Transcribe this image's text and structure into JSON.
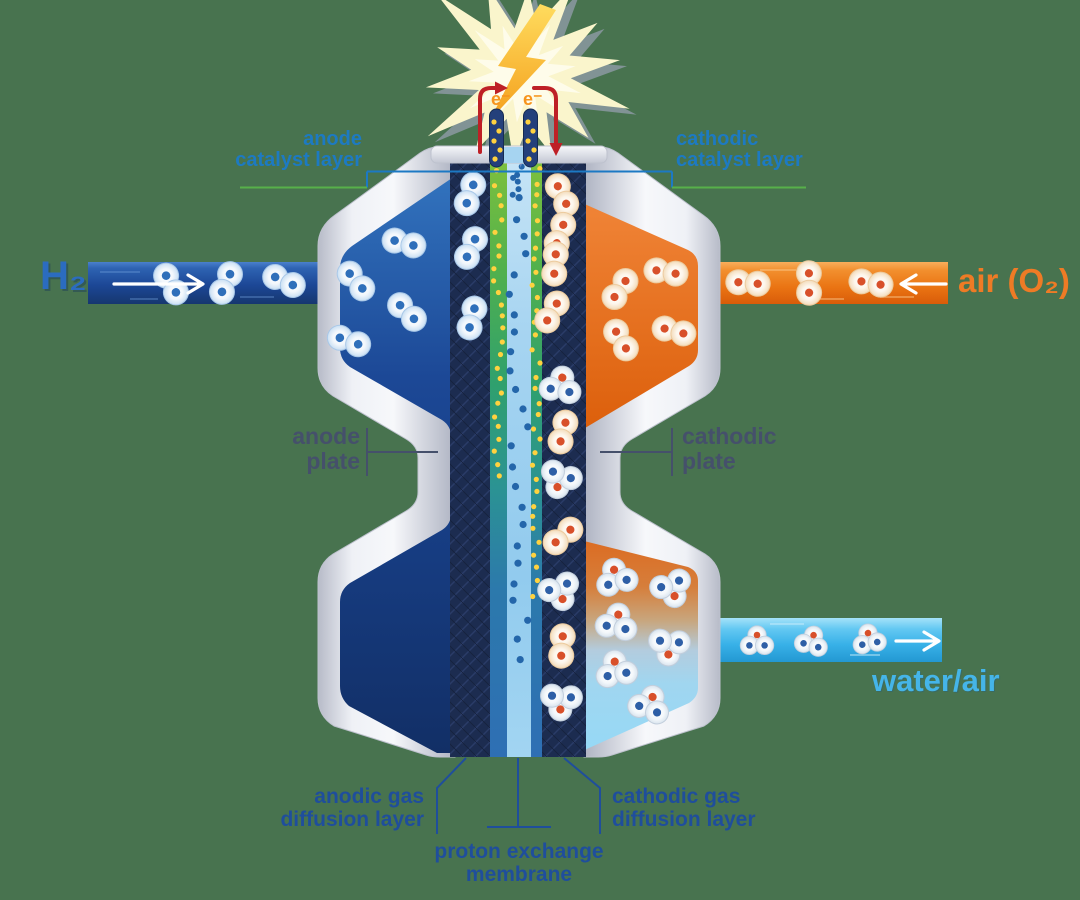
{
  "background_color": "#48734F",
  "labels": {
    "hydrogen_input": "H₂",
    "air_input": "air (O₂)",
    "water_output": "water/air",
    "anode_catalyst_layer": [
      "anode",
      "catalyst layer"
    ],
    "cathodic_catalyst_layer": [
      "cathodic",
      "catalyst layer"
    ],
    "anode_plate": [
      "anode",
      "plate"
    ],
    "cathodic_plate": [
      "cathodic",
      "plate"
    ],
    "anodic_gas_diffusion_layer": [
      "anodic gas",
      "diffusion layer"
    ],
    "cathodic_gas_diffusion_layer": [
      "cathodic gas",
      "diffusion layer"
    ],
    "proton_exchange_membrane": [
      "proton exchange",
      "membrane"
    ],
    "electron_left": "e⁻",
    "electron_right": "e⁻"
  },
  "colors": {
    "hydrogen_blue": "#1C4796",
    "air_orange": "#EE7B25",
    "water_light_blue": "#45B5E8",
    "catalyst_green": "#5CB14A",
    "membrane_light_blue": "#A6D4F1",
    "gas_diffusion_navy": "#1C2C50",
    "plate_silver": "#D7DAE2",
    "electron_flow_red": "#BE2026",
    "electricity_yellow": "#F8B61C",
    "catalyst_label_blue": "#1D7AC2",
    "layer_label_blue": "#1F4E9C",
    "plate_label_slate": "#45506B"
  }
}
